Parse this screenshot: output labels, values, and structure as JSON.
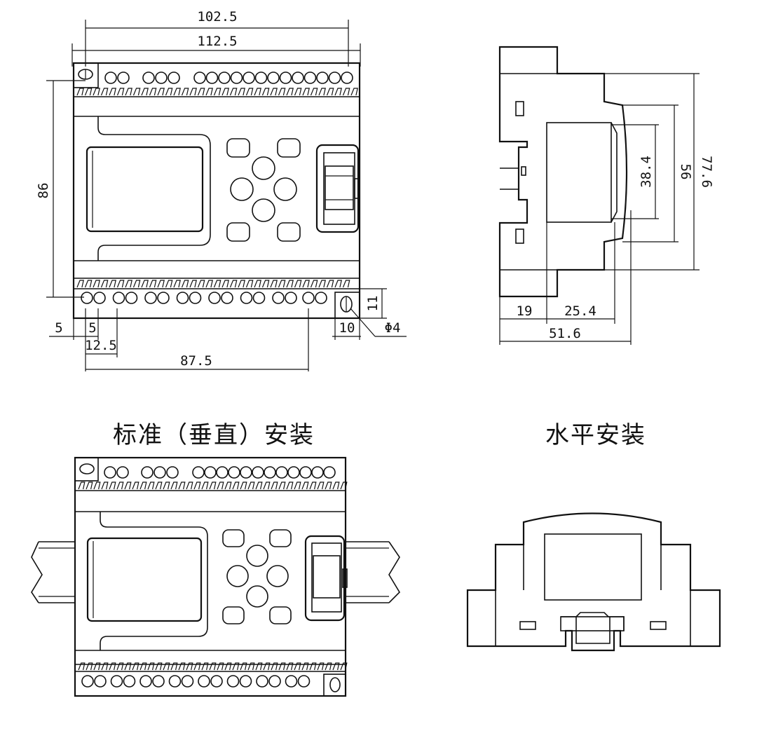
{
  "dimensions": {
    "top_width_inner": "102.5",
    "top_width_outer": "112.5",
    "height_front": "86",
    "hole_edge": "5",
    "pitch_first": "5",
    "pitch_second": "12.5",
    "span_bottom": "87.5",
    "tab_width": "10",
    "tab_height": "11",
    "hole_dia": "Φ4",
    "side_depth_left": "19",
    "side_depth_mid": "25.4",
    "side_depth_total": "51.6",
    "side_h_inner": "38.4",
    "side_h_mid": "56",
    "side_h_outer": "77.6"
  },
  "captions": {
    "vertical": "标准（垂直）安装",
    "horizontal": "水平安装"
  }
}
